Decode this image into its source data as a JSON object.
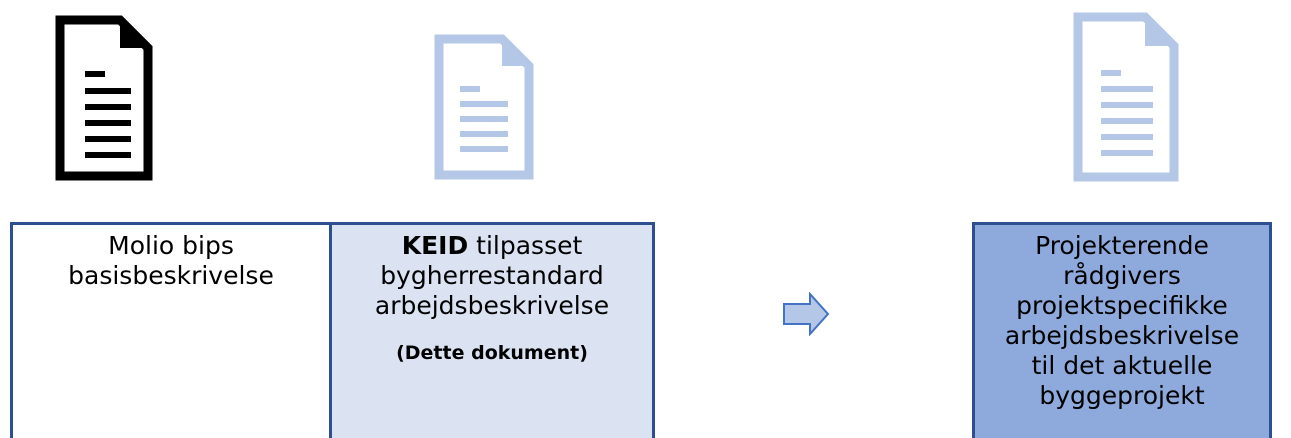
{
  "documents": [
    {
      "label_lines": [
        "Molio bips",
        "basisbeskrivelse"
      ],
      "icon": "document-icon",
      "icon_color": "#000000",
      "fill": "#ffffff"
    },
    {
      "label_bold": "KEID",
      "label_rest_line1": " tilpasset",
      "label_lines": [
        "bygherrestandard",
        "arbejdsbeskrivelse"
      ],
      "note": "(Dette dokument)",
      "icon": "document-icon",
      "icon_color": "#b4c7e7",
      "fill": "#dbe3f3"
    },
    {
      "label_lines": [
        "Projekterende",
        "rådgivers",
        "projektspecifikke",
        "arbejdsbeskrivelse",
        "til det aktuelle",
        "byggeprojekt"
      ],
      "icon": "document-icon",
      "icon_color": "#b4c7e7",
      "fill": "#8eaadc"
    }
  ],
  "colors": {
    "border": "#2e4f8f",
    "arrow_fill": "#b4c7e7",
    "arrow_stroke": "#4472c4"
  },
  "arrow_icon": "right-arrow-icon"
}
